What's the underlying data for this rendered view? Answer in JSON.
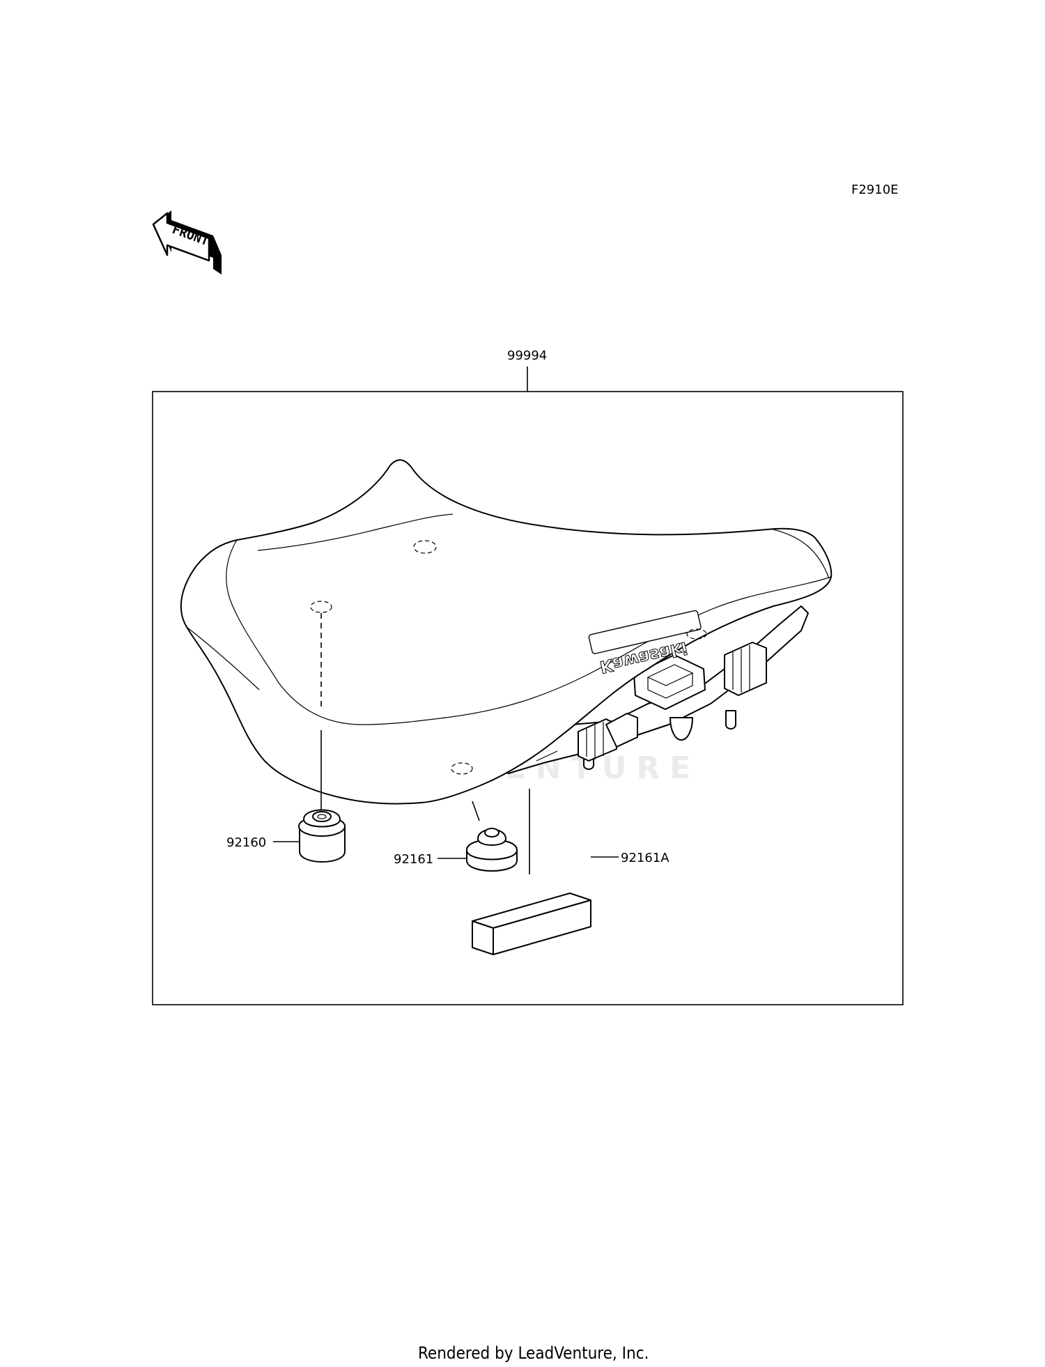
{
  "diagram": {
    "code": "F2910E",
    "front_label": "FRONT",
    "watermark": "LEADVENTURE",
    "seat_logo": "Kawasaki",
    "parts": [
      {
        "id": "assembly",
        "number": "99994"
      },
      {
        "id": "damper-round",
        "number": "92160"
      },
      {
        "id": "damper-small",
        "number": "92161"
      },
      {
        "id": "damper-block",
        "number": "92161A"
      }
    ],
    "footer": "Rendered by LeadVenture, Inc."
  }
}
